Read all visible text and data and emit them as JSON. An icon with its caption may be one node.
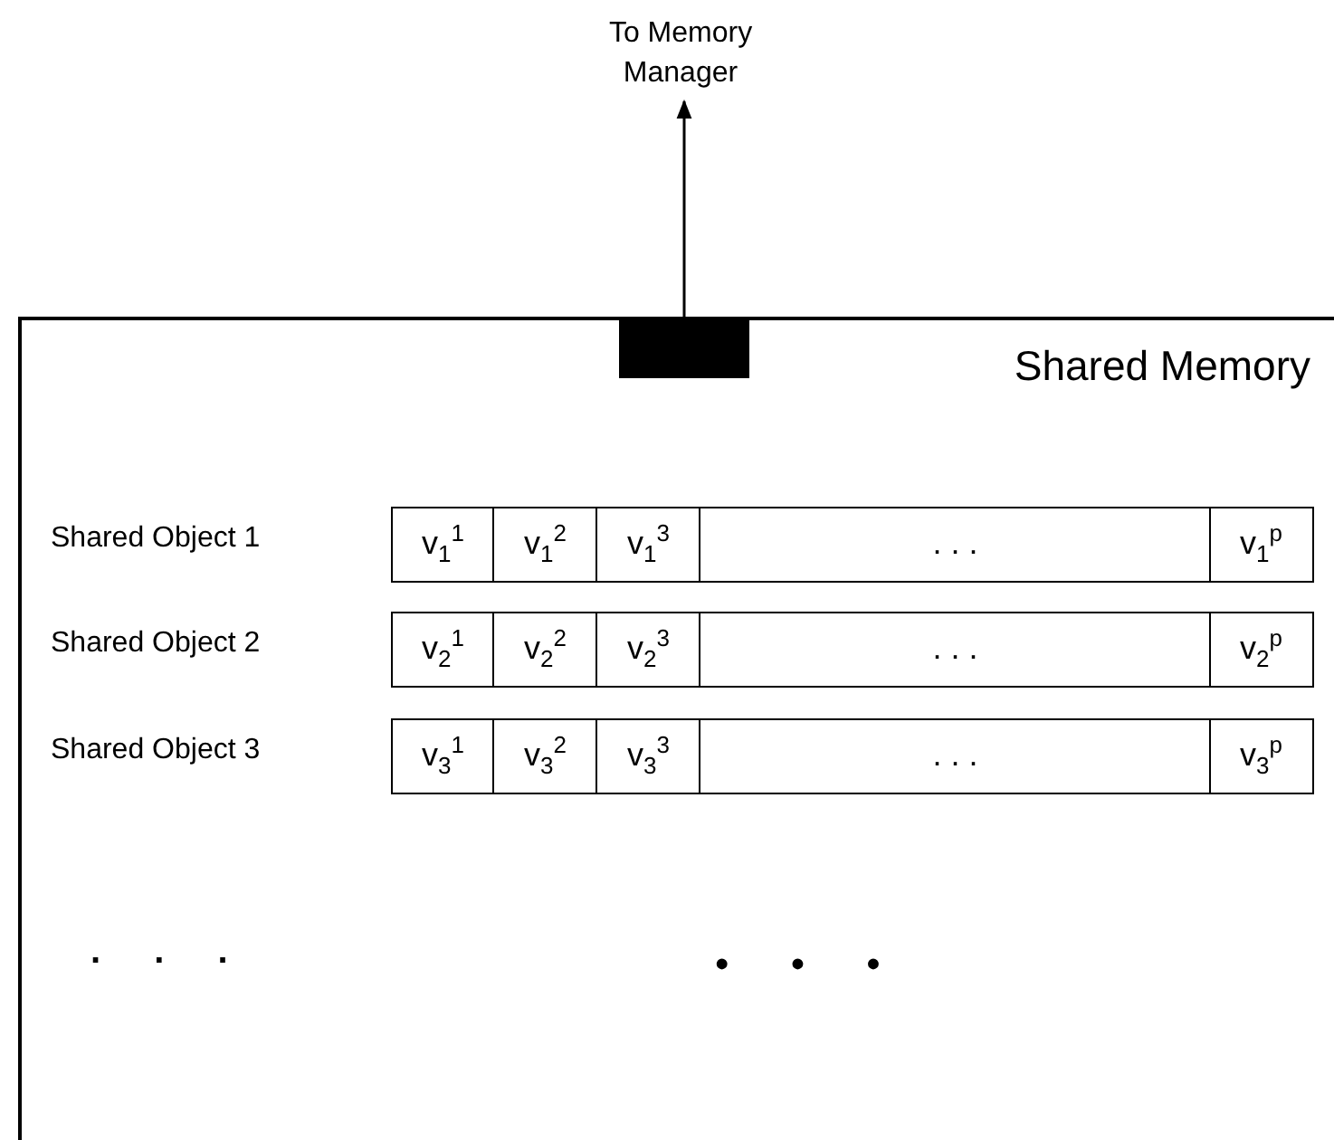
{
  "diagram": {
    "nodes": [
      {
        "text": [
          "Shared Memory"
        ]
      },
      {
        "text": [],
        "shape": "box",
        "in": 0
      },
      {
        "text": [
          "To Memory Manager"
        ]
      },
      {
        "text": [
          "v$_{1}$$^{1}$"
        ],
        "in": 0
      },
      {
        "text": [
          "v$_{1}$$^{2}$"
        ],
        "in": 0
      },
      {
        "text": [
          "v$_{1}$$^{3}$"
        ],
        "in": 0
      },
      {
        "text": [
          ". . ."
        ],
        "in": 0
      },
      {
        "text": [
          "v$_{1}$$^{p}$"
        ],
        "in": 0
      },
      {
        "text": [
          "v$_{2}$$^{1}$"
        ],
        "in": 0
      },
      {
        "text": [
          "v$_{2}$$^{2}$"
        ],
        "in": 0
      },
      {
        "text": [
          "v$_{2}$$^{3}$"
        ],
        "in": 0
      },
      {
        "text": [
          ". . ."
        ],
        "in": 0
      },
      {
        "text": [
          "v$_{2}$$^{p}$"
        ],
        "in": 0
      },
      {
        "text": [
          "v$_{3}$$^{1}$"
        ],
        "in": 0
      },
      {
        "text": [
          "v$_{3}$$^{2}$"
        ],
        "in": 0
      },
      {
        "text": [
          "v$_{3}$$^{3}$"
        ],
        "in": 0
      },
      {
        "text": [
          ". . ."
        ],
        "in": 0
      },
      {
        "text": [
          "v$_{3}$$^{p}$"
        ],
        "in": 0
      }
    ],
    "edges": [
      {
        "from": 1,
        "to": 2,
        "arrow": "to"
      }
    ],
    "labels": [
      "Shared Object 1",
      "Shared Object 2",
      "Shared Object 3",
      ". . .",
      "• • •"
    ]
  }
}
